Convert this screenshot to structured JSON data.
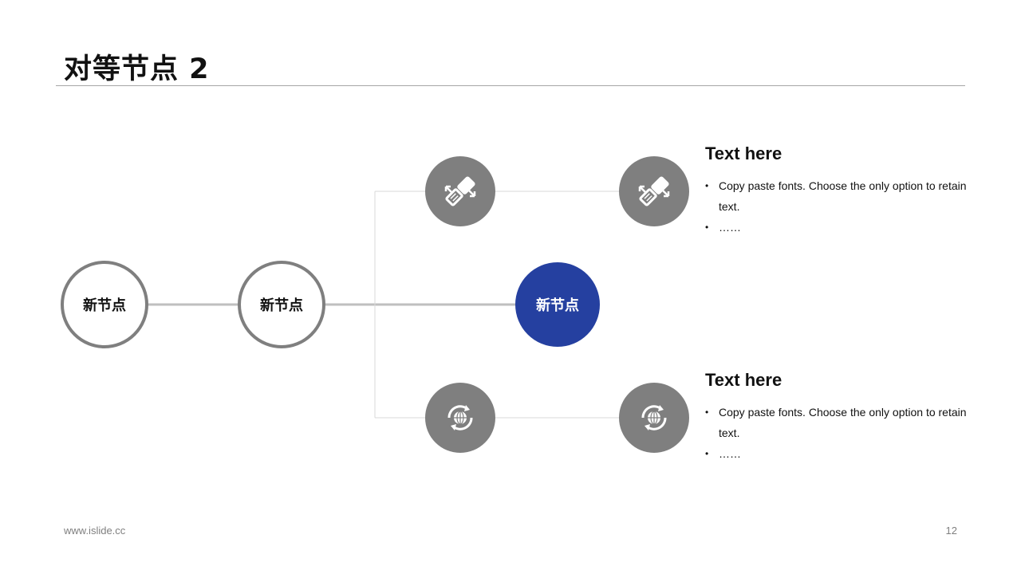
{
  "slide": {
    "title": "对等节点 2",
    "footer_url": "www.islide.cc",
    "page_number": "12"
  },
  "nodes": [
    {
      "label": "新节点",
      "style": "outline"
    },
    {
      "label": "新节点",
      "style": "outline"
    },
    {
      "label": "新节点",
      "style": "filled"
    }
  ],
  "branches": [
    {
      "icon": "seatbelt-icon",
      "heading": "Text here",
      "bullets": [
        "Copy paste fonts. Choose the only option to retain text.",
        "……"
      ]
    },
    {
      "icon": "global-cycle-icon",
      "heading": "Text here",
      "bullets": [
        "Copy paste fonts. Choose the only option to retain text.",
        "……"
      ]
    }
  ],
  "colors": {
    "accent": "#2540a0",
    "icon_circle": "#7f7f7f",
    "outline": "#7f7f7f",
    "connector": "#bfbfbf",
    "branch_line": "#d9d9d9"
  }
}
